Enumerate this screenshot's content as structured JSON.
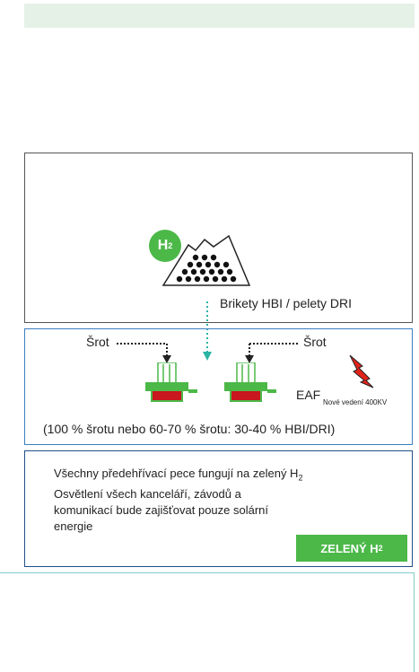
{
  "brikety_label": "Brikety HBI / pelety DRI",
  "h2_badge": {
    "text": "H",
    "sub": "2"
  },
  "srot_left": "Šrot",
  "srot_right": "Šrot",
  "eaf_label": "EAF",
  "eaf_note": "Nové vedení 400KV",
  "ratio_text": "(100 % šrotu nebo 60-70 % šrotu: 30-40 % HBI/DRI)",
  "note": {
    "line1": "Všechny předehřívací pece fungují na zelený H",
    "line1_sub": "2",
    "line2": "Osvětlení všech kanceláří, závodů a",
    "line3": "komunikací bude zajišťovat pouze solární",
    "line4": "energie"
  },
  "green_button": {
    "text": "ZELENÝ H",
    "sub": "2"
  },
  "colors": {
    "green": "#4cb848",
    "red": "#e2231a",
    "blue_border": "#3a7fc1",
    "dark_blue_border": "#1f4f8a",
    "light_green": "#e5f1e7"
  }
}
